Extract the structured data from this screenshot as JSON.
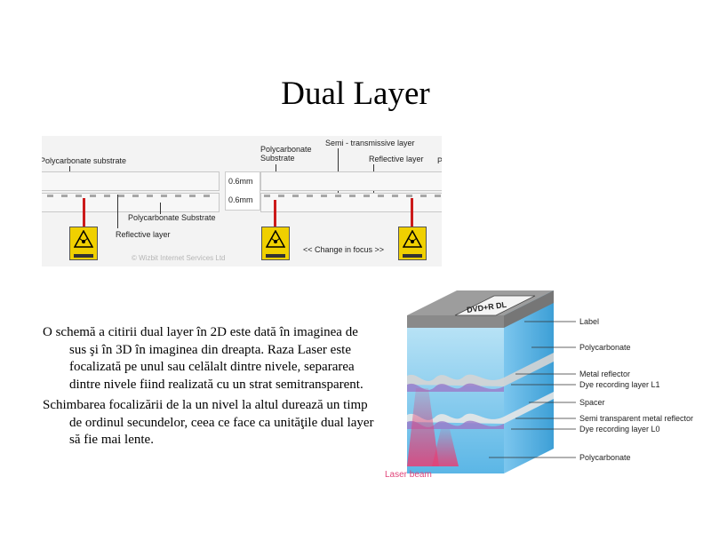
{
  "slide": {
    "title": "Dual Layer"
  },
  "diagram_2d": {
    "left_panel": {
      "substrate_top_label": "Polycarbonate substrate",
      "thickness_top": "0.6mm",
      "thickness_bottom": "0.6mm",
      "substrate_bottom_label": "Polycarbonate Substrate",
      "reflective_label": "Reflective layer"
    },
    "right_panel": {
      "substrate_label_line1": "Polycarbonate",
      "substrate_label_line2": "Substrate",
      "semi_label": "Semi - transmissive layer",
      "reflective_label": "Reflective layer",
      "focus_label": "<< Change in focus >>",
      "edge_mark": "P"
    },
    "watermark": "© Wizbit Internet Services Ltd",
    "laser_color": "#cc1b1b",
    "warning_color": "#f0d000"
  },
  "body": {
    "paragraphs": [
      "O schemă a citirii dual layer în 2D este dată în imaginea de sus şi în 3D în imaginea din dreapta. Raza Laser este focalizată pe unul sau celălalt dintre nivele, separarea dintre nivele fiind realizată cu un strat semitransparent.",
      "Schimbarea focalizării de la un nivel la altul durează un timp de ordinul secundelor, ceea ce face ca unităţile dual layer să fie mai lente."
    ]
  },
  "diagram_3d": {
    "disc_label": "DVD+R DL",
    "labels": {
      "label": "Label",
      "polycarbonate_top": "Polycarbonate",
      "metal_reflector": "Metal reflector",
      "dye_l1": "Dye recording layer L1",
      "spacer": "Spacer",
      "semi_reflector": "Semi transparent metal reflector",
      "dye_l0": "Dye recording layer L0",
      "polycarbonate_bottom": "Polycarbonate"
    },
    "laser_beam_label": "Laser beam",
    "laser_color": "#e0457a",
    "dye_color": "#9a79c9"
  }
}
